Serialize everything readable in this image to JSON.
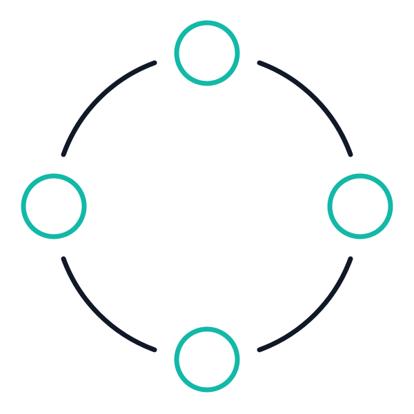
{
  "icon": {
    "name": "network-cycle-icon",
    "colors": {
      "node": "#12b8a8",
      "connector": "#111827",
      "background": "#ffffff"
    },
    "nodes": [
      "top",
      "left",
      "right",
      "bottom"
    ],
    "connectors": [
      "top-left",
      "top-right",
      "bottom-left",
      "bottom-right"
    ]
  }
}
